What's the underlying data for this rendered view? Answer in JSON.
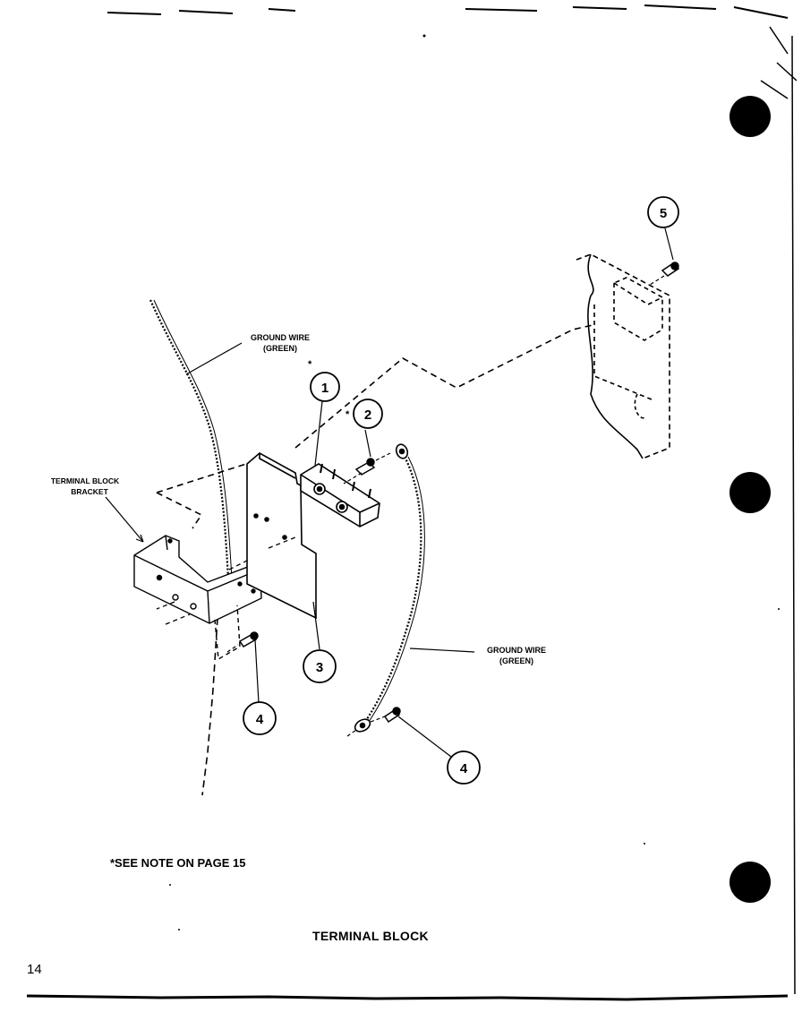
{
  "diagram": {
    "callouts": [
      {
        "id": "callout-1",
        "number": "1",
        "asterisk": true
      },
      {
        "id": "callout-2",
        "number": "2",
        "asterisk": true
      },
      {
        "id": "callout-3",
        "number": "3",
        "asterisk": false
      },
      {
        "id": "callout-4a",
        "number": "4",
        "asterisk": false
      },
      {
        "id": "callout-4b",
        "number": "4",
        "asterisk": false
      },
      {
        "id": "callout-5",
        "number": "5",
        "asterisk": false
      }
    ],
    "labels": {
      "ground_wire_top_line1": "GROUND WIRE",
      "ground_wire_top_line2": "(GREEN)",
      "ground_wire_bottom_line1": "GROUND WIRE",
      "ground_wire_bottom_line2": "(GREEN)",
      "bracket_line1": "TERMINAL BLOCK",
      "bracket_line2": "BRACKET"
    },
    "note": "*SEE NOTE ON PAGE 15",
    "caption": "TERMINAL BLOCK",
    "page_number": "14"
  }
}
